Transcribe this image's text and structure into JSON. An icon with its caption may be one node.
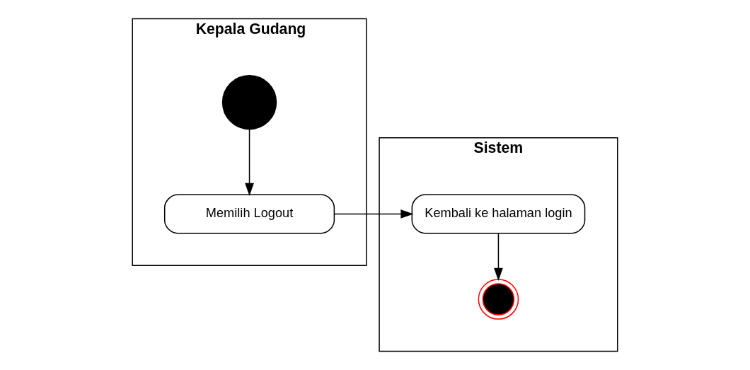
{
  "diagram": {
    "nodes": [
      {
        "text": [
          "Kepala Gudang"
        ]
      },
      {
        "text": [
          "Sistem"
        ]
      },
      {
        "text": [],
        "shape": "circle",
        "in": 0
      },
      {
        "text": [
          "Memilih Logout"
        ],
        "in": 0
      },
      {
        "text": [
          "Kembali ke halaman login"
        ],
        "in": 1
      },
      {
        "text": [],
        "shape": "circle",
        "in": 1
      }
    ],
    "edges": [
      {
        "from": 2,
        "to": 3,
        "arrow": "to"
      },
      {
        "from": 3,
        "to": 4,
        "arrow": "to"
      },
      {
        "from": 4,
        "to": 5,
        "arrow": "to"
      }
    ]
  }
}
